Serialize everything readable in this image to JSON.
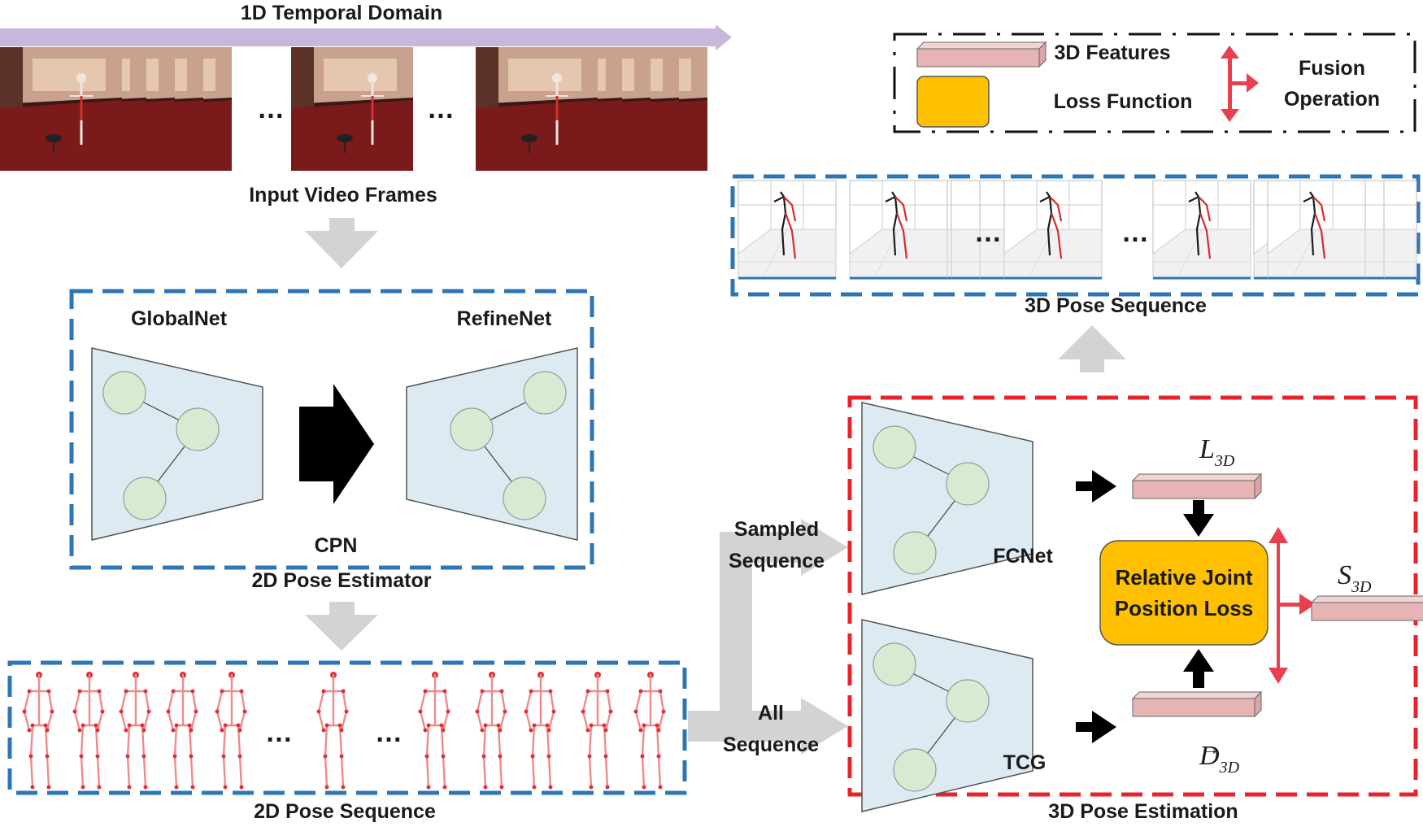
{
  "timeline": {
    "label": "1D Temporal Domain"
  },
  "input": {
    "label": "Input Video Frames",
    "ellipsis": "…"
  },
  "cpn": {
    "global_label": "GlobalNet",
    "refine_label": "RefineNet",
    "name": "CPN",
    "box_label": "2D Pose Estimator"
  },
  "pose2d": {
    "label": "2D Pose Sequence",
    "ellipsis": "…"
  },
  "branches": {
    "sampled_line1": "Sampled",
    "sampled_line2": "Sequence",
    "all_line1": "All",
    "all_line2": "Sequence"
  },
  "estimation": {
    "label": "3D Pose Estimation",
    "fcnet": "FCNet",
    "tcg": "TCG",
    "loss_line1": "Relative Joint",
    "loss_line2": "Position Loss",
    "l3d_main": "L",
    "l3d_sub": "3D",
    "d3d_main": "D",
    "d3d_sub": "3D",
    "d3d_arrow": "→",
    "s3d_main": "S",
    "s3d_sub": "3D"
  },
  "pose3d": {
    "label": "3D Pose Sequence",
    "ellipsis": "…"
  },
  "legend": {
    "features": "3D Features",
    "loss": "Loss Function",
    "fusion_line1": "Fusion",
    "fusion_line2": "Operation"
  },
  "colors": {
    "blue_dash": "#2e75b6",
    "red_dash": "#e8232b",
    "feature_fill": "#e6b4b4",
    "loss_fill": "#ffc000",
    "network_fill": "#dcebf2",
    "node_fill": "#d9ead3",
    "timeline": "#c8b6dc",
    "gray_arrow": "#d3d3d3",
    "pose2d": "#e0303a",
    "fusion": "#e8404f"
  }
}
